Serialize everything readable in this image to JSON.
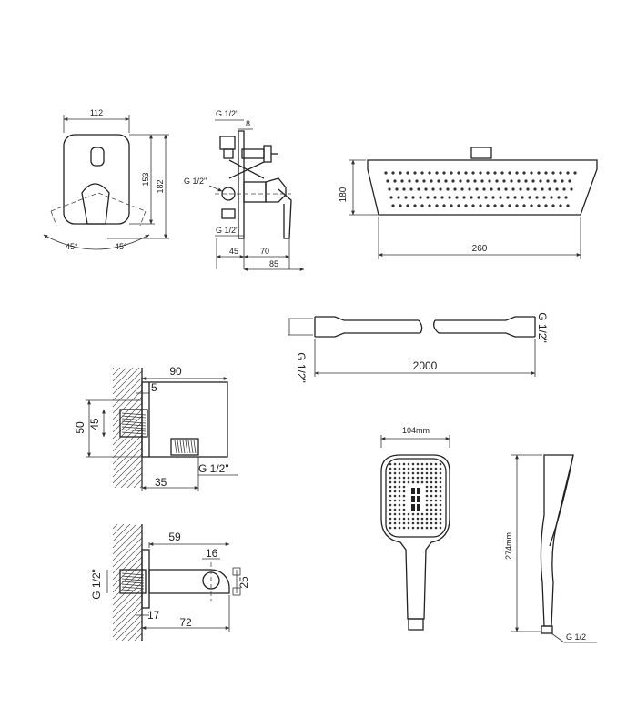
{
  "mixer": {
    "width": "112",
    "height_inner": "153",
    "height_outer": "182",
    "angle_left": "45°",
    "angle_right": "45°",
    "side_thread_top": "G 1/2\"",
    "side_thread_mid": "G 1/2\"",
    "side_thread_bottom": "G 1/2\"",
    "side_8": "8",
    "side_45": "45",
    "side_70": "70",
    "side_85": "85"
  },
  "head_shower": {
    "height": "180",
    "width": "260"
  },
  "hose": {
    "length": "2000",
    "thread_left": "G 1/2\"",
    "thread_right": "G 1/2\""
  },
  "wall_holder": {
    "d90": "90",
    "d5": "5",
    "d45": "45",
    "d50": "50",
    "d35": "35",
    "thread": "G 1/2\""
  },
  "spout": {
    "d59": "59",
    "d16": "16",
    "d25": "25",
    "d17": "17",
    "d72": "72",
    "thread": "G 1/2\""
  },
  "hand_shower": {
    "width": "104mm",
    "length": "274mm",
    "thread": "G 1/2"
  }
}
